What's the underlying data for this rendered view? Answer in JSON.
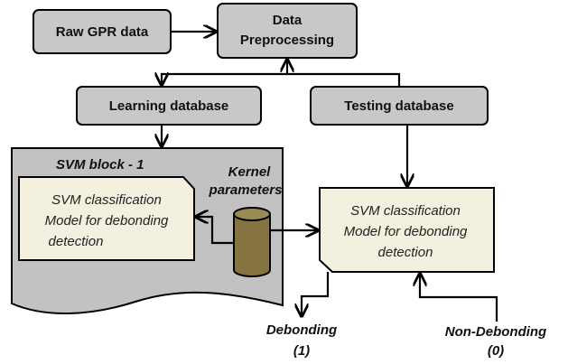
{
  "nodes": {
    "raw_gpr": "Raw GPR data",
    "preprocessing_line1": "Data",
    "preprocessing_line2": "Preprocessing",
    "learning_db": "Learning database",
    "testing_db": "Testing database",
    "svm_block_title": "SVM block - 1",
    "kernel_line1": "Kernel",
    "kernel_line2": "parameters",
    "model_left": [
      "SVM classification",
      "Model for debonding",
      "detection"
    ],
    "model_right": [
      "SVM classification",
      "Model for debonding",
      "detection"
    ],
    "out_debonding_line1": "Debonding",
    "out_debonding_line2": "(1)",
    "out_nondebonding_line1": "Non-Debonding",
    "out_nondebonding_line2": "(0)"
  },
  "colors": {
    "box_fill": "#c8c8c8",
    "block_fill": "#c2c2c2",
    "model_fill": "#f3f0df",
    "cylinder_fill": "#857440",
    "stroke": "#000000"
  }
}
